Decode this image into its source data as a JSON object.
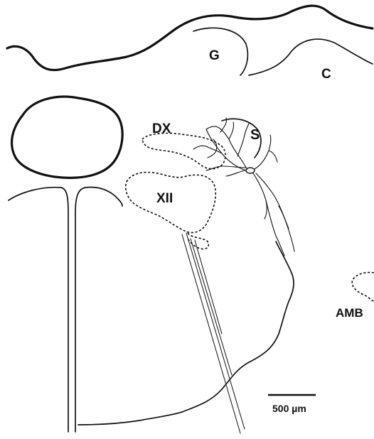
{
  "labels": {
    "g": "G",
    "c": "C",
    "dx": "DX",
    "s": "S",
    "xii": "XII",
    "amb": "AMB"
  },
  "scale_bar": {
    "label": "500 µm"
  },
  "colors": {
    "ink": "#111111",
    "background": "#ffffff"
  }
}
